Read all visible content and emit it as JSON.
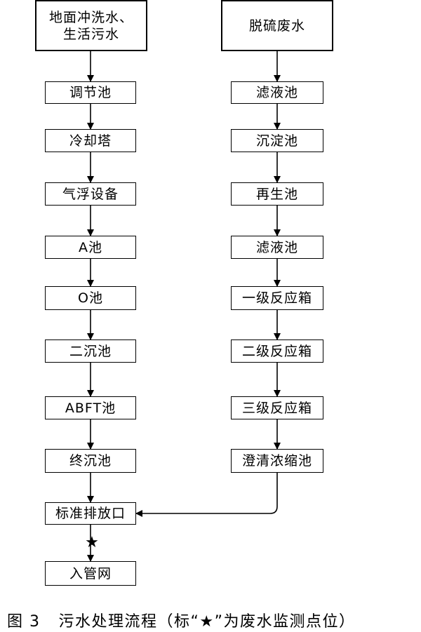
{
  "left_chain": [
    "地面冲洗水、\n生活污水",
    "调节池",
    "冷却塔",
    "气浮设备",
    "A池",
    "O池",
    "二沉池",
    "ABFT池",
    "终沉池",
    "标准排放口"
  ],
  "right_chain": [
    "脱硫废水",
    "滤液池",
    "沉淀池",
    "再生池",
    "滤液池",
    "一级反应箱",
    "二级反应箱",
    "三级反应箱",
    "澄清浓缩池"
  ],
  "final_node": "入管网",
  "marker_symbol": "★",
  "caption": {
    "figure_number": "图 3",
    "text": "污水处理流程（标“★”为废水监测点位）"
  }
}
